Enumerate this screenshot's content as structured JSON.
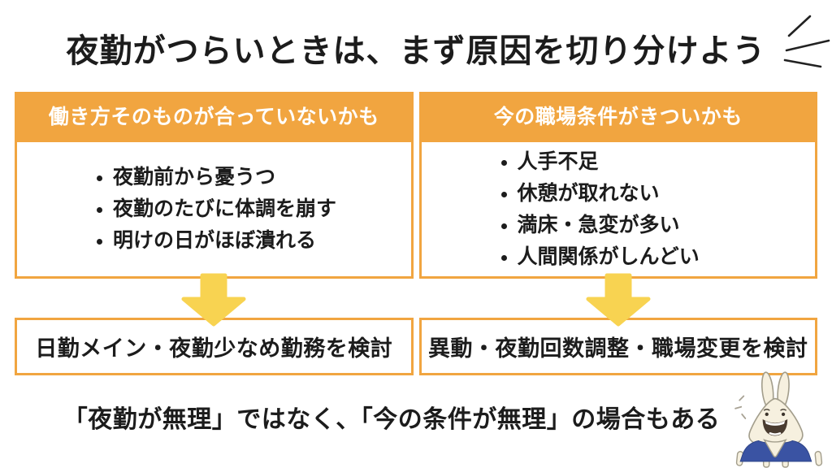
{
  "title": "夜勤がつらいときは、まず原因を切り分けよう",
  "columns": [
    {
      "header": "働き方そのものが合っていないかも",
      "bullets": [
        "夜勤前から憂うつ",
        "夜勤のたびに体調を崩す",
        "明けの日がほぼ潰れる"
      ],
      "conclusion": "日勤メイン・夜勤少なめ勤務を検討"
    },
    {
      "header": "今の職場条件がきついかも",
      "bullets": [
        "人手不足",
        "休憩が取れない",
        "満床・急変が多い",
        "人間関係がしんどい"
      ],
      "conclusion": "異動・夜勤回数調整・職場変更を検討"
    }
  ],
  "footer": "「夜勤が無理」ではなく、「今の条件が無理」の場合もある",
  "colors": {
    "accent_orange": "#F1A540",
    "arrow_yellow": "#F8D351",
    "text_black": "#1C1C1C",
    "header_text_white": "#FFFFFF",
    "rabbit_cream": "#F6F0DF",
    "rabbit_shirt_blue": "#3A53A3"
  },
  "icons": {
    "emphasis": "emphasis-lines-icon",
    "arrow": "down-arrow-icon",
    "character": "rabbit-nurse-character-illustration"
  }
}
